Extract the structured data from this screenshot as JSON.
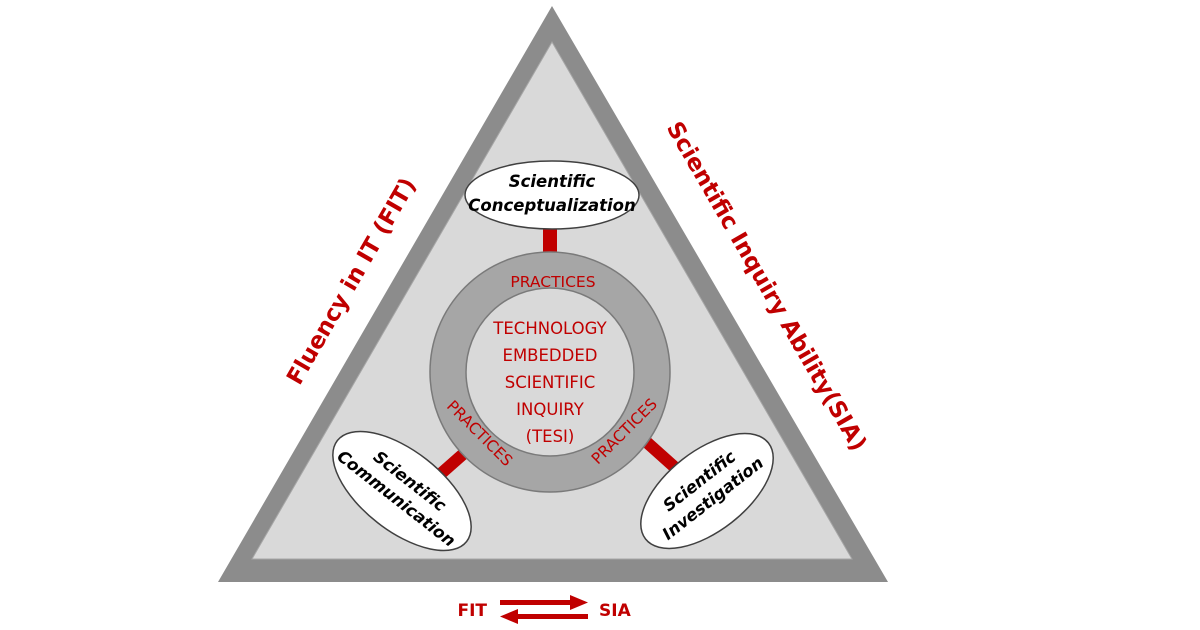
{
  "diagram": {
    "side_left": "Fluency in IT (FIT)",
    "side_right": "Scientific Inquiry Ability(SIA)",
    "ring_label_top": "PRACTICES",
    "ring_label_left": "PRACTICES",
    "ring_label_right": "PRACTICES",
    "core": {
      "line1": "TECHNOLOGY",
      "line2": "EMBEDDED",
      "line3": "SCIENTIFIC",
      "line4": "INQUIRY",
      "line5": "(TESI)"
    },
    "node_top": {
      "line1": "Scientific",
      "line2": "Conceptualization"
    },
    "node_left": {
      "line1": "Scientific",
      "line2": "Communication"
    },
    "node_right": {
      "line1": "Scientific",
      "line2": "Investigation"
    },
    "legend": {
      "left": "FIT",
      "right": "SIA"
    },
    "colors": {
      "accent_red": "#c00000",
      "outer_triangle": "#8c8c8c",
      "inner_triangle": "#d9d9d9",
      "ring": "#a6a6a6"
    }
  }
}
